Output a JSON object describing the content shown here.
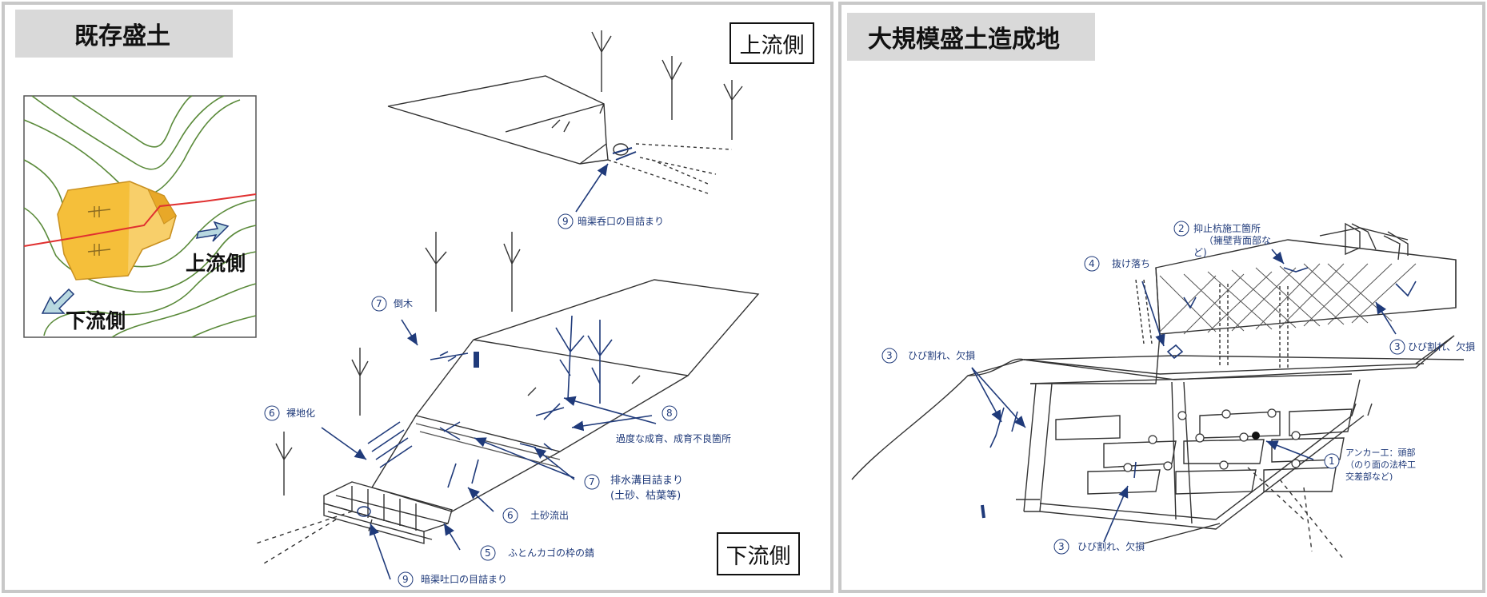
{
  "left_panel": {
    "title": "既存盛土",
    "upstream_box": "上流側",
    "downstream_box": "下流側",
    "map": {
      "upstream_label": "上流側",
      "downstream_label": "下流側"
    },
    "callouts": {
      "c9_top": {
        "num": "9",
        "text": "暗渠呑口の目詰まり"
      },
      "c7_fallen": {
        "num": "7",
        "text": "倒木"
      },
      "c6_bare": {
        "num": "6",
        "text": "裸地化"
      },
      "c8": {
        "num": "8",
        "text": "過度な成育、成育不良箇所"
      },
      "c7_drain": {
        "num": "7",
        "text_line1": "排水溝目詰まり",
        "text_line2": "(土砂、枯葉等)"
      },
      "c6_sediment": {
        "num": "6",
        "text": "土砂流出"
      },
      "c5": {
        "num": "5",
        "text": "ふとんカゴの枠の錆"
      },
      "c9_bottom": {
        "num": "9",
        "text": "暗渠吐口の目詰まり"
      }
    }
  },
  "right_panel": {
    "title": "大規模盛土造成地",
    "callouts": {
      "c2": {
        "num": "2",
        "text_line1": "抑止杭施工箇所",
        "text_line2": "（擁壁背面部な",
        "text_line3": "ど)"
      },
      "c4": {
        "num": "4",
        "text": "抜け落ち"
      },
      "c3_left": {
        "num": "3",
        "text": "ひび割れ、欠損"
      },
      "c3_right": {
        "num": "3",
        "text": "ひび割れ、欠損"
      },
      "c3_bottom": {
        "num": "3",
        "text": "ひび割れ、欠損"
      },
      "c1": {
        "num": "1",
        "text_line1": "アンカー工：頭部",
        "text_line2": "（のり面の法枠工",
        "text_line3": "交差部など)"
      }
    }
  },
  "colors": {
    "callout_blue": "#1f3a7a",
    "fill_orange": "#f5bf3a",
    "contour_green": "#5a8a3a",
    "road_red": "#e03030",
    "arrow_fill": "#b8d8e0"
  }
}
